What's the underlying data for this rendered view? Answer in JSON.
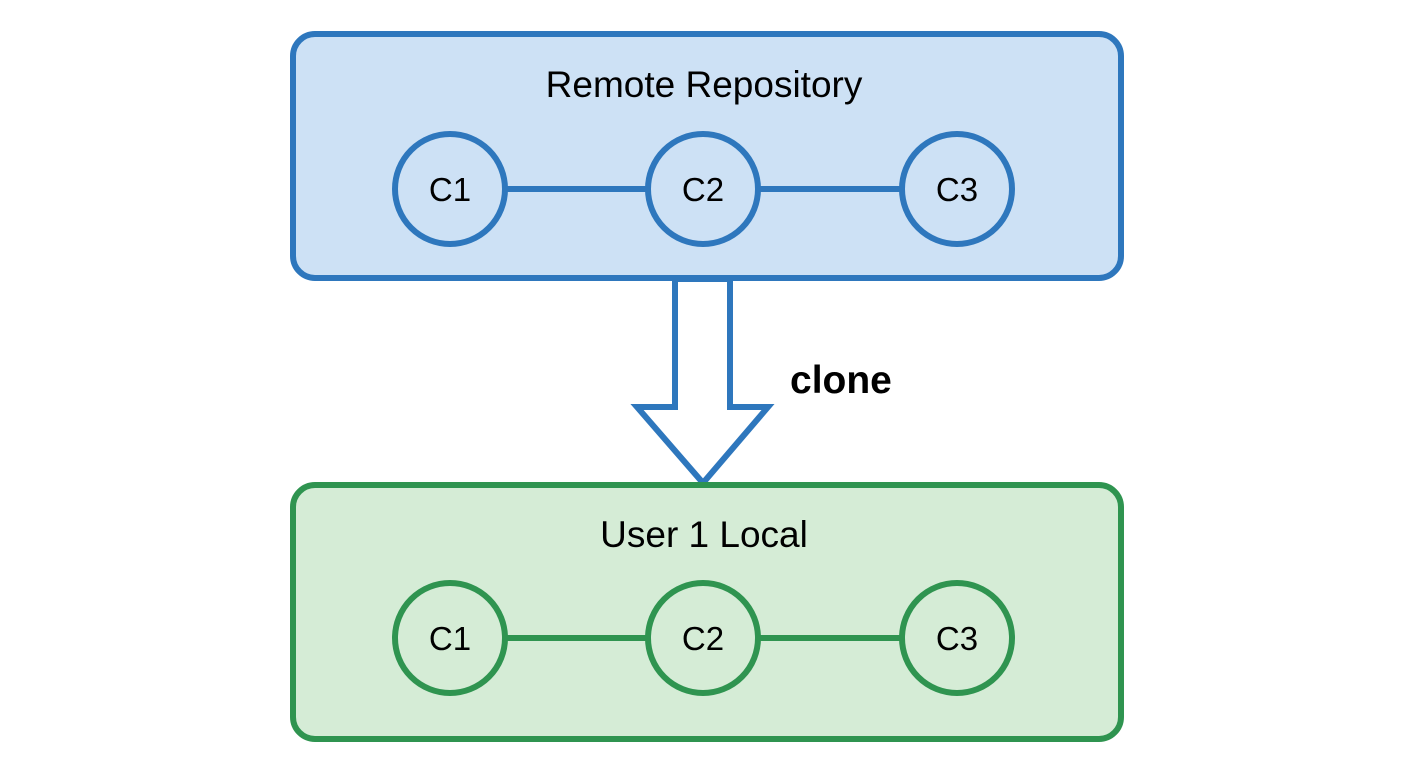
{
  "diagram": {
    "type": "git-clone-flow",
    "background_color": "#ffffff",
    "panels": [
      {
        "id": "remote",
        "title": "Remote Repository",
        "fill": "#cde1f5",
        "stroke": "#2e77bd",
        "node_stroke": "#2e77bd",
        "edge_stroke": "#2e77bd",
        "nodes": [
          {
            "id": "remote-c1",
            "label": "C1"
          },
          {
            "id": "remote-c2",
            "label": "C2"
          },
          {
            "id": "remote-c3",
            "label": "C3"
          }
        ]
      },
      {
        "id": "local",
        "title": "User 1 Local",
        "fill": "#d5ecd6",
        "stroke": "#2f9450",
        "node_stroke": "#2f9450",
        "edge_stroke": "#2f9450",
        "nodes": [
          {
            "id": "local-c1",
            "label": "C1"
          },
          {
            "id": "local-c2",
            "label": "C2"
          },
          {
            "id": "local-c3",
            "label": "C3"
          }
        ]
      }
    ],
    "flow_arrow": {
      "label": "clone",
      "stroke": "#2e77bd",
      "fill": "#ffffff",
      "direction": "down",
      "from_panel": "remote",
      "to_panel": "local"
    }
  }
}
